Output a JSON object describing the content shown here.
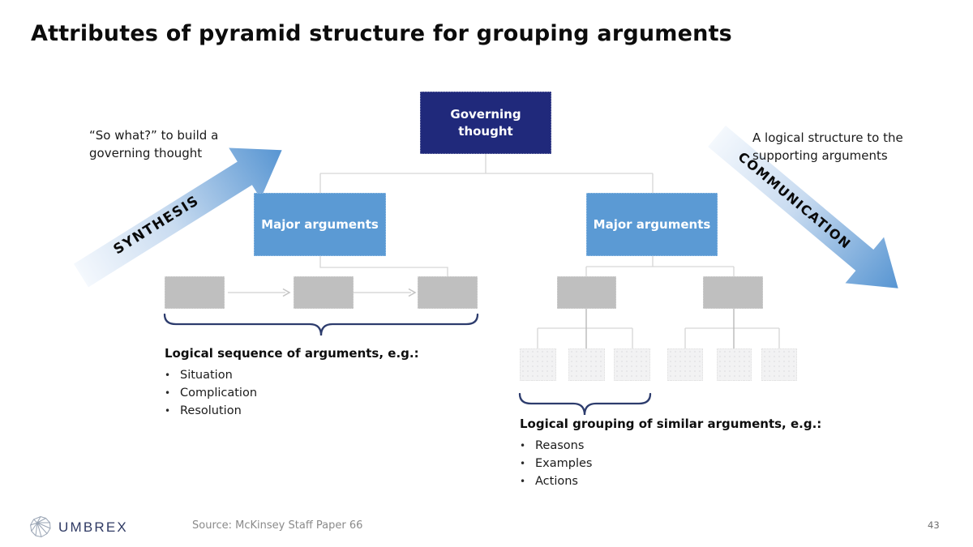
{
  "slide": {
    "title": "Attributes of pyramid structure for grouping arguments",
    "page_number": "43",
    "source": "Source: McKinsey Staff Paper 66",
    "brand": "UMBREX"
  },
  "annotations": {
    "left": "“So what?” to build a governing thought",
    "right": "A logical structure to the supporting arguments"
  },
  "arrows": {
    "synthesis": "SYNTHESIS",
    "communication": "COMMUNICATION"
  },
  "pyramid": {
    "governing_thought": "Governing thought",
    "major_left": "Major arguments",
    "major_right": "Major arguments"
  },
  "left_note": {
    "heading": "Logical sequence of arguments, e.g.:",
    "bullets": [
      "Situation",
      "Complication",
      "Resolution"
    ]
  },
  "right_note": {
    "heading": "Logical grouping of similar arguments, e.g.:",
    "bullets": [
      "Reasons",
      "Examples",
      "Actions"
    ]
  },
  "colors": {
    "navy_box": "#20297b",
    "blue_box": "#5b9ad4",
    "gray_box": "#bfbfbf",
    "light_box": "#f2f2f3",
    "brace": "#2d3c6d",
    "connector": "#d6d6d6",
    "arrow_gradient_start": "#f4f8fd",
    "arrow_gradient_end": "#5795d2"
  }
}
